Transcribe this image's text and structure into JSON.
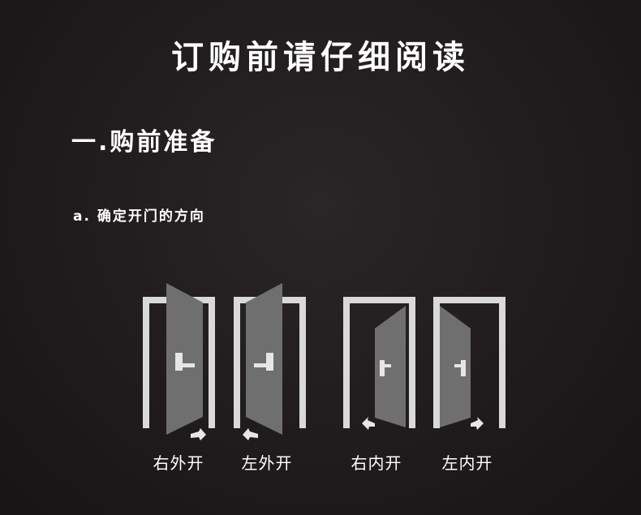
{
  "title": "订购前请仔细阅读",
  "section": "一.购前准备",
  "subsection": "a. 确定开门的方向",
  "doors": [
    {
      "label": "右外开"
    },
    {
      "label": "左外开"
    },
    {
      "label": "右内开"
    },
    {
      "label": "左内开"
    }
  ],
  "colors": {
    "background": "#1f1b1c",
    "frame": "#d9d9d9",
    "door": "#6f6f6f",
    "handle": "#e6e6e6"
  }
}
